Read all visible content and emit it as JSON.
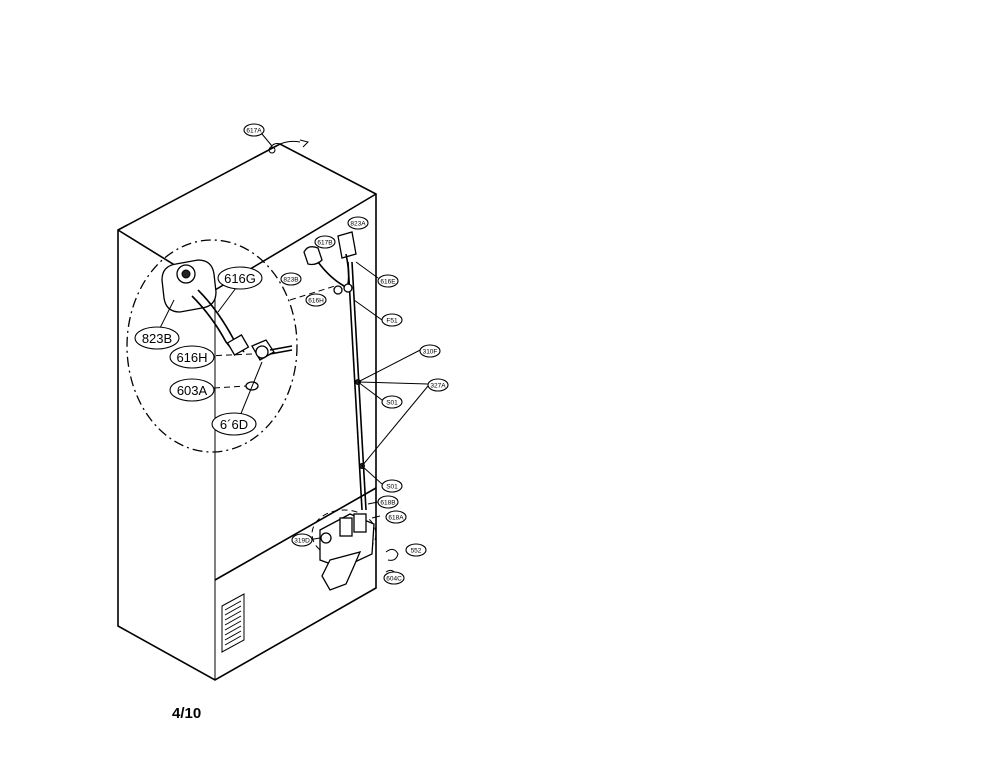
{
  "page": {
    "number": "4/10"
  },
  "callouts": [
    {
      "id": "616G",
      "label": "616G"
    },
    {
      "id": "823B",
      "label": "823B"
    },
    {
      "id": "616H",
      "label": "616H"
    },
    {
      "id": "603A",
      "label": "603A"
    },
    {
      "id": "616D",
      "label": "6´6D"
    },
    {
      "id": "top",
      "label": "617A"
    },
    {
      "id": "r1",
      "label": "823A"
    },
    {
      "id": "r2",
      "label": "617B"
    },
    {
      "id": "r3",
      "label": "823B"
    },
    {
      "id": "r4",
      "label": "616E"
    },
    {
      "id": "r5",
      "label": "616H"
    },
    {
      "id": "r6",
      "label": "F51"
    },
    {
      "id": "r7",
      "label": "310F"
    },
    {
      "id": "r8",
      "label": "327A"
    },
    {
      "id": "r9",
      "label": "S01"
    },
    {
      "id": "r10",
      "label": "S01"
    },
    {
      "id": "r11",
      "label": "618B"
    },
    {
      "id": "r12",
      "label": "618A"
    },
    {
      "id": "r13",
      "label": "319D"
    },
    {
      "id": "r14",
      "label": "552"
    },
    {
      "id": "r15",
      "label": "604C"
    }
  ]
}
